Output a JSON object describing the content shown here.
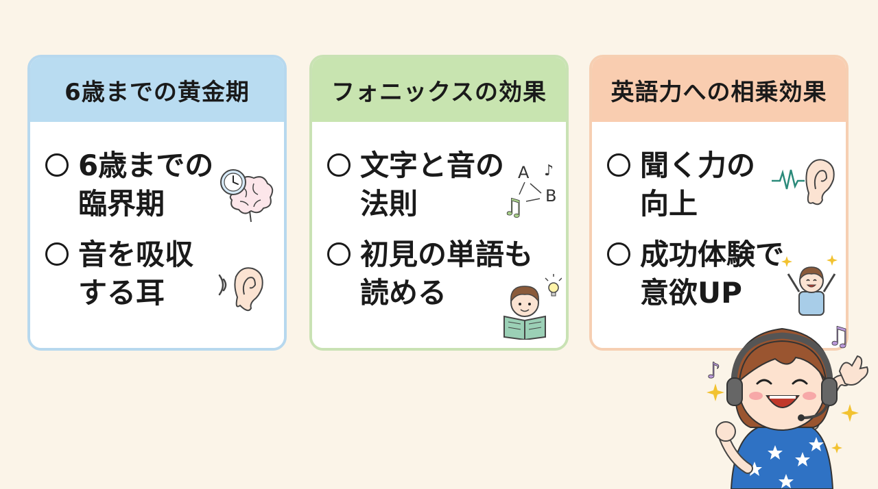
{
  "colors": {
    "background": "#fbf4e8",
    "card1_header": "#b9dcf1",
    "card2_header": "#c8e4b0",
    "card3_header": "#f9cdb0"
  },
  "cards": [
    {
      "title": "6歳までの黄金期",
      "items": [
        {
          "marker": "○",
          "text": "6歳までの\n臨界期",
          "icon": "clock-brain-icon"
        },
        {
          "marker": "○",
          "text": "音を吸収\nする耳",
          "icon": "ear-sound-icon"
        }
      ]
    },
    {
      "title": "フォニックスの効果",
      "items": [
        {
          "marker": "○",
          "text": "文字と音の\n法則",
          "icon": "letters-notes-icon"
        },
        {
          "marker": "○",
          "text": "初見の単語も\n読める",
          "icon": "reading-boy-icon"
        }
      ]
    },
    {
      "title": "英語力への相乗効果",
      "items": [
        {
          "marker": "○",
          "text": "聞く力の\n向上",
          "icon": "ear-wave-icon"
        },
        {
          "marker": "○",
          "text": "成功体験で\n意欲UP",
          "icon": "cheering-kid-icon"
        }
      ]
    }
  ],
  "mascot": "girl-headphones-icon"
}
